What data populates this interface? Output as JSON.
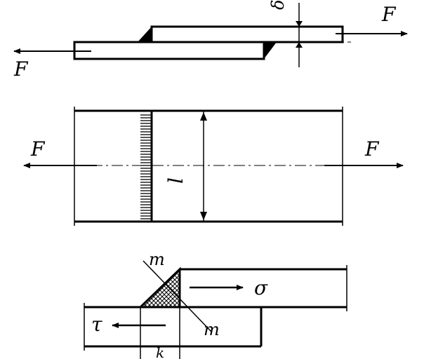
{
  "top_view": {
    "force_left": "F",
    "force_right": "F",
    "thickness": "δ"
  },
  "plan_view": {
    "force_left": "F",
    "force_right": "F",
    "weld_length": "l"
  },
  "detail_view": {
    "section_upper": "m",
    "section_lower": "m",
    "normal_stress": "σ",
    "shear_stress": "τ",
    "leg_size": "k"
  }
}
